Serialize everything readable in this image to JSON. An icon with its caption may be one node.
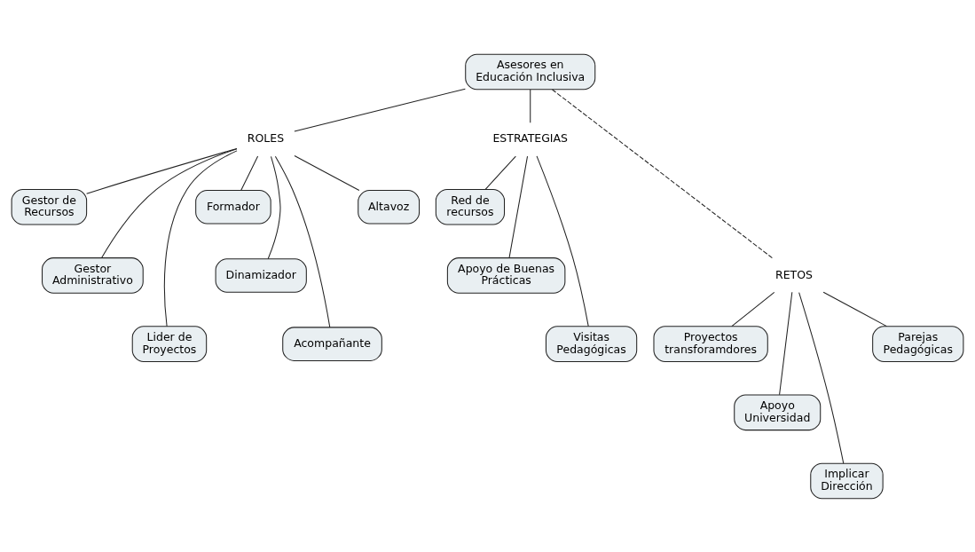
{
  "diagram": {
    "nodes": [
      {
        "text": [
          "Asesores en Educación Inclusiva"
        ]
      },
      {
        "text": [
          "ROLES"
        ]
      },
      {
        "text": [
          "ESTRATEGIAS"
        ]
      },
      {
        "text": [
          "RETOS"
        ]
      },
      {
        "text": [
          "Gestor de Recursos"
        ]
      },
      {
        "text": [
          "Gestor Administrativo"
        ]
      },
      {
        "text": [
          "Lider de Proyectos"
        ]
      },
      {
        "text": [
          "Formador"
        ]
      },
      {
        "text": [
          "Dinamizador"
        ]
      },
      {
        "text": [
          "Acompañante"
        ]
      },
      {
        "text": [
          "Altavoz"
        ]
      },
      {
        "text": [
          "Red de recursos"
        ]
      },
      {
        "text": [
          "Apoyo de Buenas Prácticas"
        ]
      },
      {
        "text": [
          "Visitas Pedagógicas"
        ]
      },
      {
        "text": [
          "Proyectos transforamdores"
        ]
      },
      {
        "text": [
          "Apoyo Universidad"
        ]
      },
      {
        "text": [
          "Implicar Dirección"
        ]
      },
      {
        "text": [
          "Parejas Pedagógicas"
        ]
      }
    ],
    "edges": [
      {
        "from": 0,
        "to": 1,
        "arrow": "none"
      },
      {
        "from": 0,
        "to": 3,
        "arrow": "none",
        "style": "dashed"
      },
      {
        "from": 0,
        "to": 2,
        "arrow": "none"
      },
      {
        "from": 1,
        "to": 4,
        "arrow": "none"
      },
      {
        "from": 1,
        "to": 5,
        "arrow": "none"
      },
      {
        "from": 1,
        "to": 6,
        "arrow": "none"
      },
      {
        "from": 1,
        "to": 7,
        "arrow": "none"
      },
      {
        "from": 1,
        "to": 8,
        "arrow": "none"
      },
      {
        "from": 1,
        "to": 9,
        "arrow": "none"
      },
      {
        "from": 1,
        "to": 10,
        "arrow": "none"
      },
      {
        "from": 2,
        "to": 11,
        "arrow": "none"
      },
      {
        "from": 2,
        "to": 12,
        "arrow": "none"
      },
      {
        "from": 2,
        "to": 13,
        "arrow": "none"
      },
      {
        "from": 3,
        "to": 14,
        "arrow": "none"
      },
      {
        "from": 3,
        "to": 15,
        "arrow": "none"
      },
      {
        "from": 3,
        "to": 16,
        "arrow": "none"
      },
      {
        "from": 3,
        "to": 17,
        "arrow": "none"
      }
    ]
  }
}
